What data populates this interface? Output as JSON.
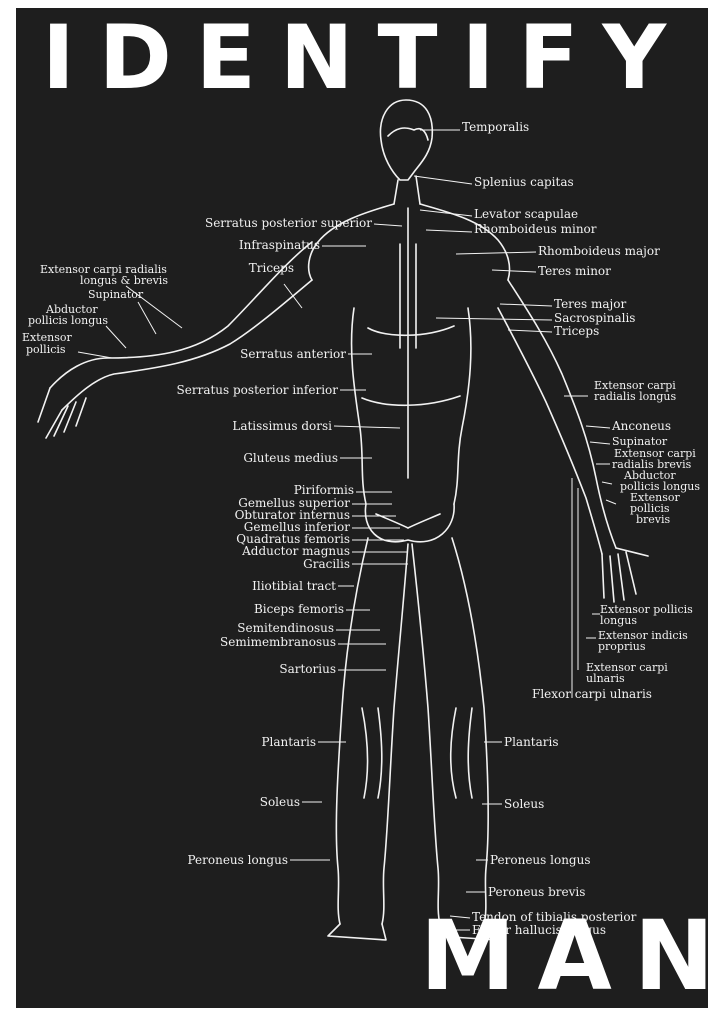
{
  "title_top": "IDENTIFY",
  "title_bottom": "MAN",
  "colors": {
    "background": "#1e1e1e",
    "ink": "#f2f2f2",
    "page": "#ffffff"
  },
  "labels": {
    "temporalis": "Temporalis",
    "splenius_capitas": "Splenius capitas",
    "levator_scapulae": "Levator scapulae",
    "rhomboideus_minor": "Rhomboideus minor",
    "rhomboideus_major": "Rhomboideus major",
    "teres_minor": "Teres minor",
    "teres_major": "Teres major",
    "sacrospinalis": "Sacrospinalis",
    "triceps_right": "Triceps",
    "serratus_posterior_superior": "Serratus posterior superior",
    "infraspinatus": "Infraspinatus",
    "triceps_left": "Triceps",
    "ext_carpi_rad_l1": "Extensor carpi radialis",
    "ext_carpi_rad_l2": "longus & brevis",
    "supinator_left": "Supinator",
    "abductor_l1": "Abductor",
    "abductor_l2": "pollicis longus",
    "extensor_poll_l1": "Extensor",
    "extensor_poll_l2": "pollicis",
    "serratus_anterior": "Serratus anterior",
    "serratus_posterior_inferior": "Serratus posterior inferior",
    "latissimus_dorsi": "Latissimus dorsi",
    "gluteus_medius": "Gluteus medius",
    "piriformis": "Piriformis",
    "gemellus_superior": "Gemellus superior",
    "obturator_internus": "Obturator internus",
    "gemellus_inferior": "Gemellus inferior",
    "quadratus_femoris": "Quadratus femoris",
    "adductor_magnus": "Adductor magnus",
    "gracilis": "Gracilis",
    "iliotibial_tract": "Iliotibial tract",
    "biceps_femoris": "Biceps femoris",
    "semitendinosus": "Semitendinosus",
    "semimembranosus": "Semimembranosus",
    "sartorius": "Sartorius",
    "plantaris_left": "Plantaris",
    "soleus_left": "Soleus",
    "peroneus_longus_left": "Peroneus longus",
    "ext_carpi_rad_longus_r1": "Extensor carpi",
    "ext_carpi_rad_longus_r2": "radialis longus",
    "anconeus": "Anconeus",
    "supinator_right": "Supinator",
    "ext_carpi_rad_brevis_r1": "Extensor carpi",
    "ext_carpi_rad_brevis_r2": "radialis brevis",
    "abductor_r1": "Abductor",
    "abductor_r2": "pollicis longus",
    "ext_poll_brevis_r1": "Extensor",
    "ext_poll_brevis_r2": "pollicis",
    "ext_poll_brevis_r3": "brevis",
    "ext_poll_longus_r1": "Extensor pollicis",
    "ext_poll_longus_r2": "longus",
    "ext_indicis_r1": "Extensor indicis",
    "ext_indicis_r2": "proprius",
    "ext_carpi_uln_r1": "Extensor carpi",
    "ext_carpi_uln_r2": "ulnaris",
    "flexor_carpi_ulnaris": "Flexor carpi ulnaris",
    "plantaris_right": "Plantaris",
    "soleus_right": "Soleus",
    "peroneus_longus_right": "Peroneus longus",
    "peroneus_brevis": "Peroneus brevis",
    "tendon_tibialis": "Tendon of tibialis posterior",
    "flexor_hallucis": "Flexor hallucis longus"
  }
}
